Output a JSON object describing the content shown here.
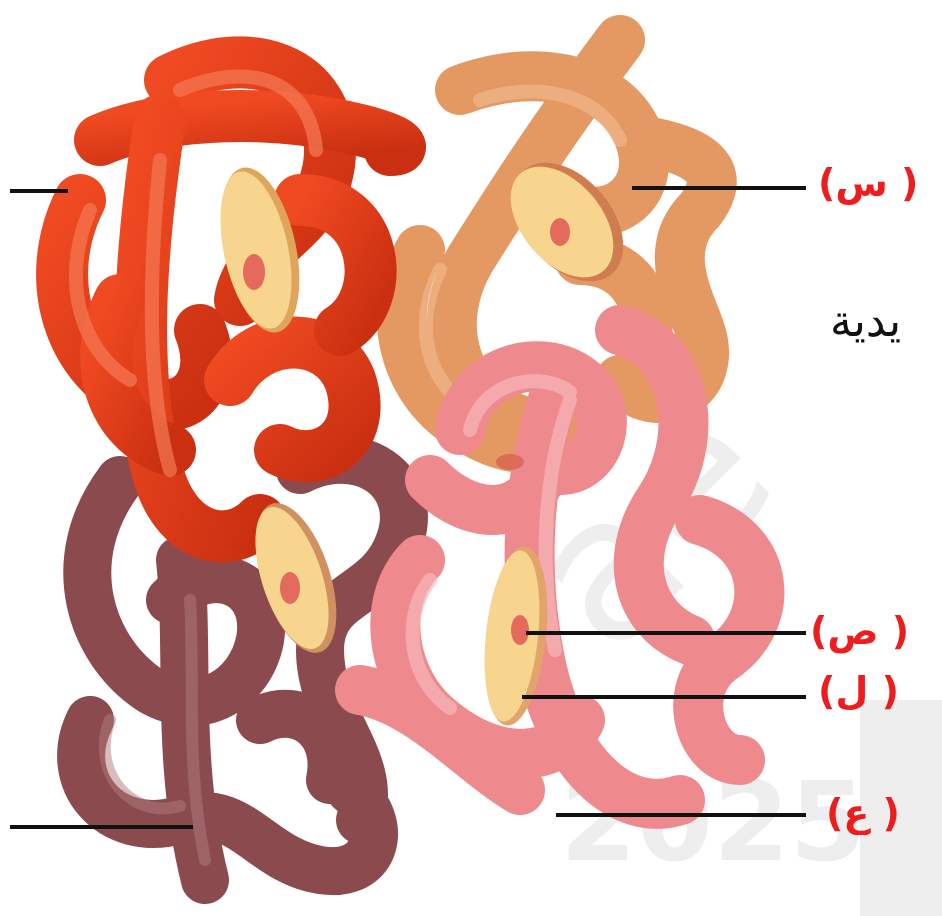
{
  "labels": {
    "s": "( س)",
    "sad": "( ص)",
    "lam": "( ل)",
    "ain": "( ع)"
  },
  "side_text": "يدية",
  "colors": {
    "label_red": "#ee1c1c",
    "subunit_red": "#e8401c",
    "subunit_orange": "#e3935a",
    "subunit_pink": "#ee8a8e",
    "subunit_maroon": "#8a4a4e",
    "heme_disc": "#f7d58e"
  }
}
